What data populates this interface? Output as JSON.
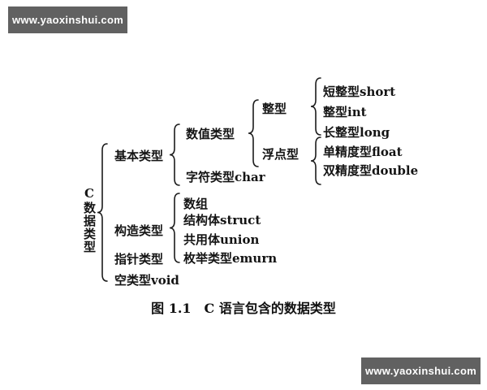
{
  "banners": {
    "top": {
      "text": "www.yaoxinshui.com"
    },
    "bottom": {
      "text": "www.yaoxinshui.com"
    }
  },
  "diagram": {
    "caption": "图 1.1　C 语言包含的数据类型",
    "tree": {
      "label": "C数据类型",
      "children": [
        {
          "label": "基本类型",
          "children": [
            {
              "label": "数值类型",
              "children": [
                {
                  "label": "整型",
                  "children": [
                    {
                      "label": "短整型short"
                    },
                    {
                      "label": "整型int"
                    },
                    {
                      "label": "长整型long"
                    }
                  ]
                },
                {
                  "label": "浮点型",
                  "children": [
                    {
                      "label": "单精度型float"
                    },
                    {
                      "label": "双精度型double"
                    }
                  ]
                }
              ]
            },
            {
              "label": "字符类型char"
            }
          ]
        },
        {
          "label": "构造类型",
          "children": [
            {
              "label": "数组"
            },
            {
              "label": "结构体struct"
            },
            {
              "label": "共用体union"
            },
            {
              "label": "枚举类型emurn"
            }
          ]
        },
        {
          "label": "指针类型"
        },
        {
          "label": "空类型void"
        }
      ]
    },
    "colors": {
      "banner_background": "#616161",
      "banner_text": "#ffffff",
      "diagram_text": "#141414",
      "page_background": "#ffffff"
    }
  }
}
